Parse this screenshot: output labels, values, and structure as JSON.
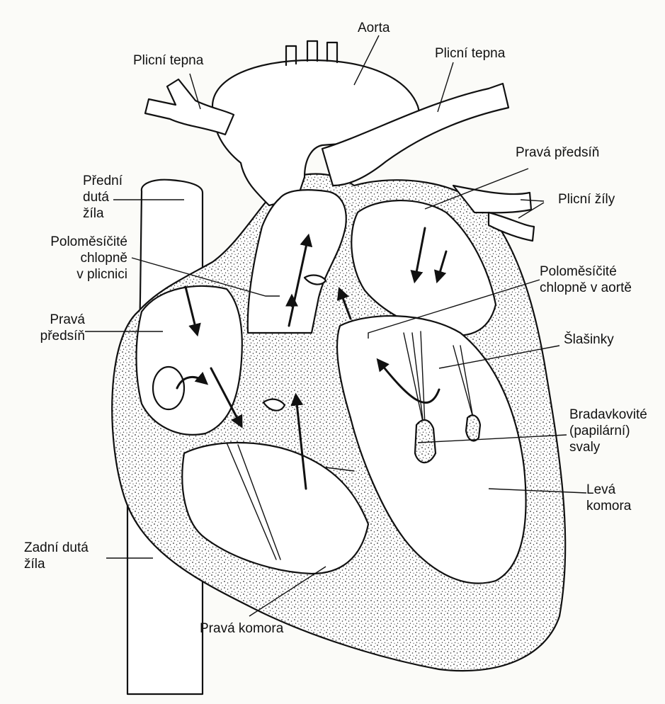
{
  "labels": {
    "aorta": "Aorta",
    "pulmonary_artery_left": "Plicní tepna",
    "pulmonary_artery_right": "Plicní tepna",
    "anterior_vena_cava": [
      "Přední",
      "dutá",
      "žíla"
    ],
    "right_atrium_top": "Pravá předsíň",
    "pulmonary_veins": "Plicní žíly",
    "pulmonary_valves": [
      "Poloměsíčité",
      "chlopně",
      "v plicnici"
    ],
    "aortic_valves": [
      "Poloměsíčité",
      "chlopně v aortě"
    ],
    "right_atrium": [
      "Pravá",
      "předsíň"
    ],
    "chordae": "Šlašinky",
    "papillary_muscles": [
      "Bradavkovité",
      "(papilární)",
      "svaly"
    ],
    "left_ventricle": [
      "Levá",
      "komora"
    ],
    "posterior_vena_cava": [
      "Zadní dutá",
      "žíla"
    ],
    "right_ventricle": "Pravá komora"
  },
  "colors": {
    "ink": "#111111",
    "tissue": "#ffffff",
    "stipple": "#333333",
    "paper": "#fbfbf8"
  }
}
